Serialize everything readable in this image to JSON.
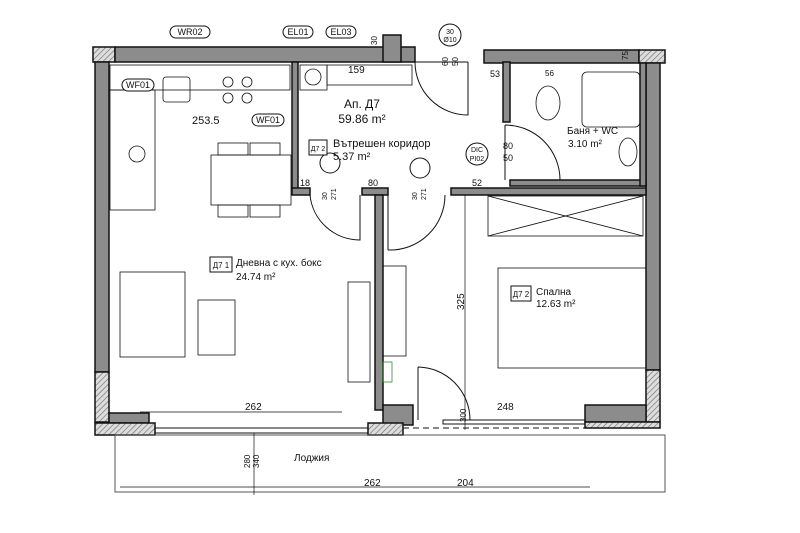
{
  "apartment": {
    "name": "Ап. Д7",
    "area": "59.86 m²"
  },
  "rooms": [
    {
      "code": "Д7 1",
      "name": "Дневна с кух. бокс",
      "area": "24.74 m²"
    },
    {
      "code": "Д7 2",
      "name": "Вътрешен коридор",
      "area": "5.37 m²"
    },
    {
      "code": "",
      "name": "Баня + WC",
      "area": "3.10 m²"
    },
    {
      "code": "Д7 2",
      "name": "Спална",
      "area": "12.63 m²"
    },
    {
      "code": "",
      "name": "Лоджия",
      "area": ""
    }
  ],
  "tags": {
    "wr02": "WR02",
    "el01": "EL01",
    "el03": "EL03",
    "wf01a": "WF01",
    "wf01b": "WF01",
    "dic_top": "DIC",
    "dic_bottom": "PI02"
  },
  "door_symbols": {
    "top": "30",
    "bottom": "Ø10"
  },
  "dimensions": {
    "d30": "30",
    "d60": "60",
    "d30b": "50",
    "d53": "53",
    "d56": "56",
    "d75": "75",
    "d159": "159",
    "d253": "253.5",
    "d18": "18",
    "d80": "80",
    "d52": "52",
    "door_w": "80",
    "door_h": "50",
    "d30v": "30",
    "d271": "271",
    "d325": "325",
    "d262a": "262",
    "d248": "248",
    "d300": "300",
    "d280": "280",
    "d340": "340",
    "d262b": "262",
    "d204": "204"
  },
  "colors": {
    "wall": "#8c8c8c",
    "line": "#111111",
    "hatch": "#777777",
    "stair": "#2e8b3a"
  }
}
